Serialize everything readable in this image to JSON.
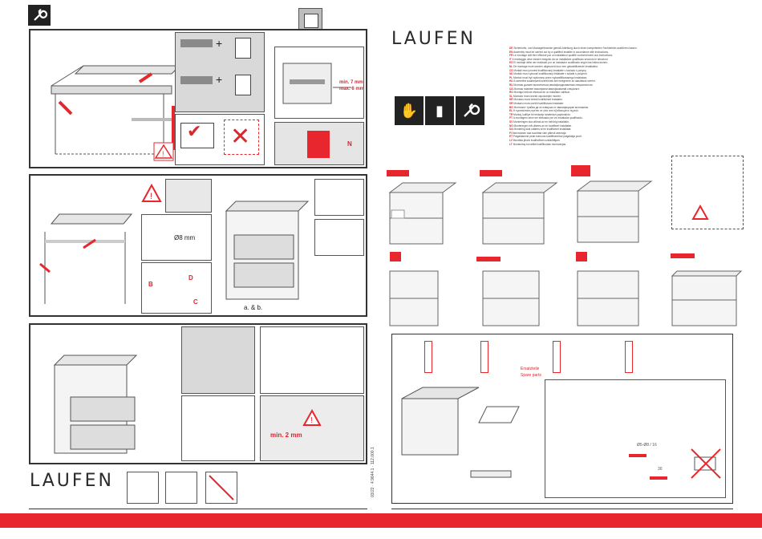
{
  "brand": {
    "logo_top": "LAUFEN",
    "logo_bottom": "LAUFEN"
  },
  "doc_code": "03/22 · 4.9644.1 · 112.000.1",
  "colors": {
    "accent": "#e8262d",
    "dark": "#222222",
    "panel_gray": "#d9d9d9"
  },
  "icons": {
    "tool": "wrench-icon",
    "hands": "gloves-icon",
    "cleaner": "bottle-icon",
    "service": "wrench-icon"
  },
  "step1": {
    "dims": {
      "min": "min. 7 mm",
      "max": "max. 6 mm"
    },
    "label_n": "N"
  },
  "step2": {
    "hole": "Ø8 mm",
    "labels": {
      "b": "B",
      "c": "C",
      "d": "D"
    },
    "ab": "a. & b."
  },
  "step3": {
    "gap": "min. 2 mm"
  },
  "footer_icons": [
    "fragile-icon",
    "no-chemicals-icon",
    "no-tools-icon"
  ],
  "instructions": [
    {
      "code": "DE",
      "text": "Sicherheits- und Montagehinweise gemäß Anleitung durch einen kompetenten Fachbetrieb ausführen lassen."
    },
    {
      "code": "EN",
      "text": "Assembly must be carried out by a qualified installer in accordance with instructions."
    },
    {
      "code": "FR",
      "text": "Le montage doit être effectué par un installateur qualifié conformément aux instructions."
    },
    {
      "code": "IT",
      "text": "Il montaggio deve essere eseguito da un installatore qualificato secondo le istruzioni."
    },
    {
      "code": "ES",
      "text": "El montaje debe ser realizado por un instalador cualificado según las instrucciones."
    },
    {
      "code": "NL",
      "text": "De montage moet worden uitgevoerd door een gekwalificeerde installateur."
    },
    {
      "code": "CS",
      "text": "Montáž musí provést kvalifikovaný instalatér v souladu s pokyny."
    },
    {
      "code": "SK",
      "text": "Montáž musí vykonať kvalifikovaný inštalatér v súlade s pokynmi."
    },
    {
      "code": "PL",
      "text": "Montaż musi być wykonany przez wykwalifikowanego instalatora."
    },
    {
      "code": "HU",
      "text": "A szerelést szakképzett szerelőnek kell elvégeznie az utasítások szerint."
    },
    {
      "code": "RU",
      "text": "Монтаж должен выполняться квалифицированным специалистом."
    },
    {
      "code": "UA",
      "text": "Монтаж повинен виконувати кваліфікований спеціаліст."
    },
    {
      "code": "RO",
      "text": "Montajul trebuie efectuat de un instalator calificat."
    },
    {
      "code": "SL",
      "text": "Montažo mora izvesti usposobljen monter."
    },
    {
      "code": "HR",
      "text": "Montažu mora izvesti kvalificirani instalater."
    },
    {
      "code": "SR",
      "text": "Montažu mora izvršiti kvalifikovani instalater."
    },
    {
      "code": "BG",
      "text": "Монтажът трябва да се извърши от квалифициран монтажник."
    },
    {
      "code": "EL",
      "text": "Η εγκατάσταση πρέπει να γίνει από εξειδικευμένο τεχνικό."
    },
    {
      "code": "TR",
      "text": "Montaj, kalifiye bir tesisatçı tarafından yapılmalıdır."
    },
    {
      "code": "PT",
      "text": "A montagem deve ser efetuada por um instalador qualificado."
    },
    {
      "code": "SV",
      "text": "Monteringen ska utföras av en behörig installatör."
    },
    {
      "code": "NO",
      "text": "Monteringen må utføres av en kvalifisert installatør."
    },
    {
      "code": "DA",
      "text": "Montering skal udføres af en kvalificeret installatør."
    },
    {
      "code": "FI",
      "text": "Asennuksen saa suorittaa vain pätevä asentaja."
    },
    {
      "code": "ET",
      "text": "Paigaldamine peab toimuma kvalifitseeritud paigaldaja poolt."
    },
    {
      "code": "LV",
      "text": "Montāža jāveic kvalificētam uzstādītājam."
    },
    {
      "code": "LT",
      "text": "Montavimą turi atlikti kvalifikuotas montuotojas."
    }
  ],
  "variants": [
    "",
    "",
    "",
    "",
    "",
    "",
    "",
    ""
  ],
  "parts": {
    "labels_red": [
      "Ersatzteile",
      "Spare parts"
    ],
    "dim_a": "Ø5-Ø8 / 16",
    "dim_b": "30"
  }
}
